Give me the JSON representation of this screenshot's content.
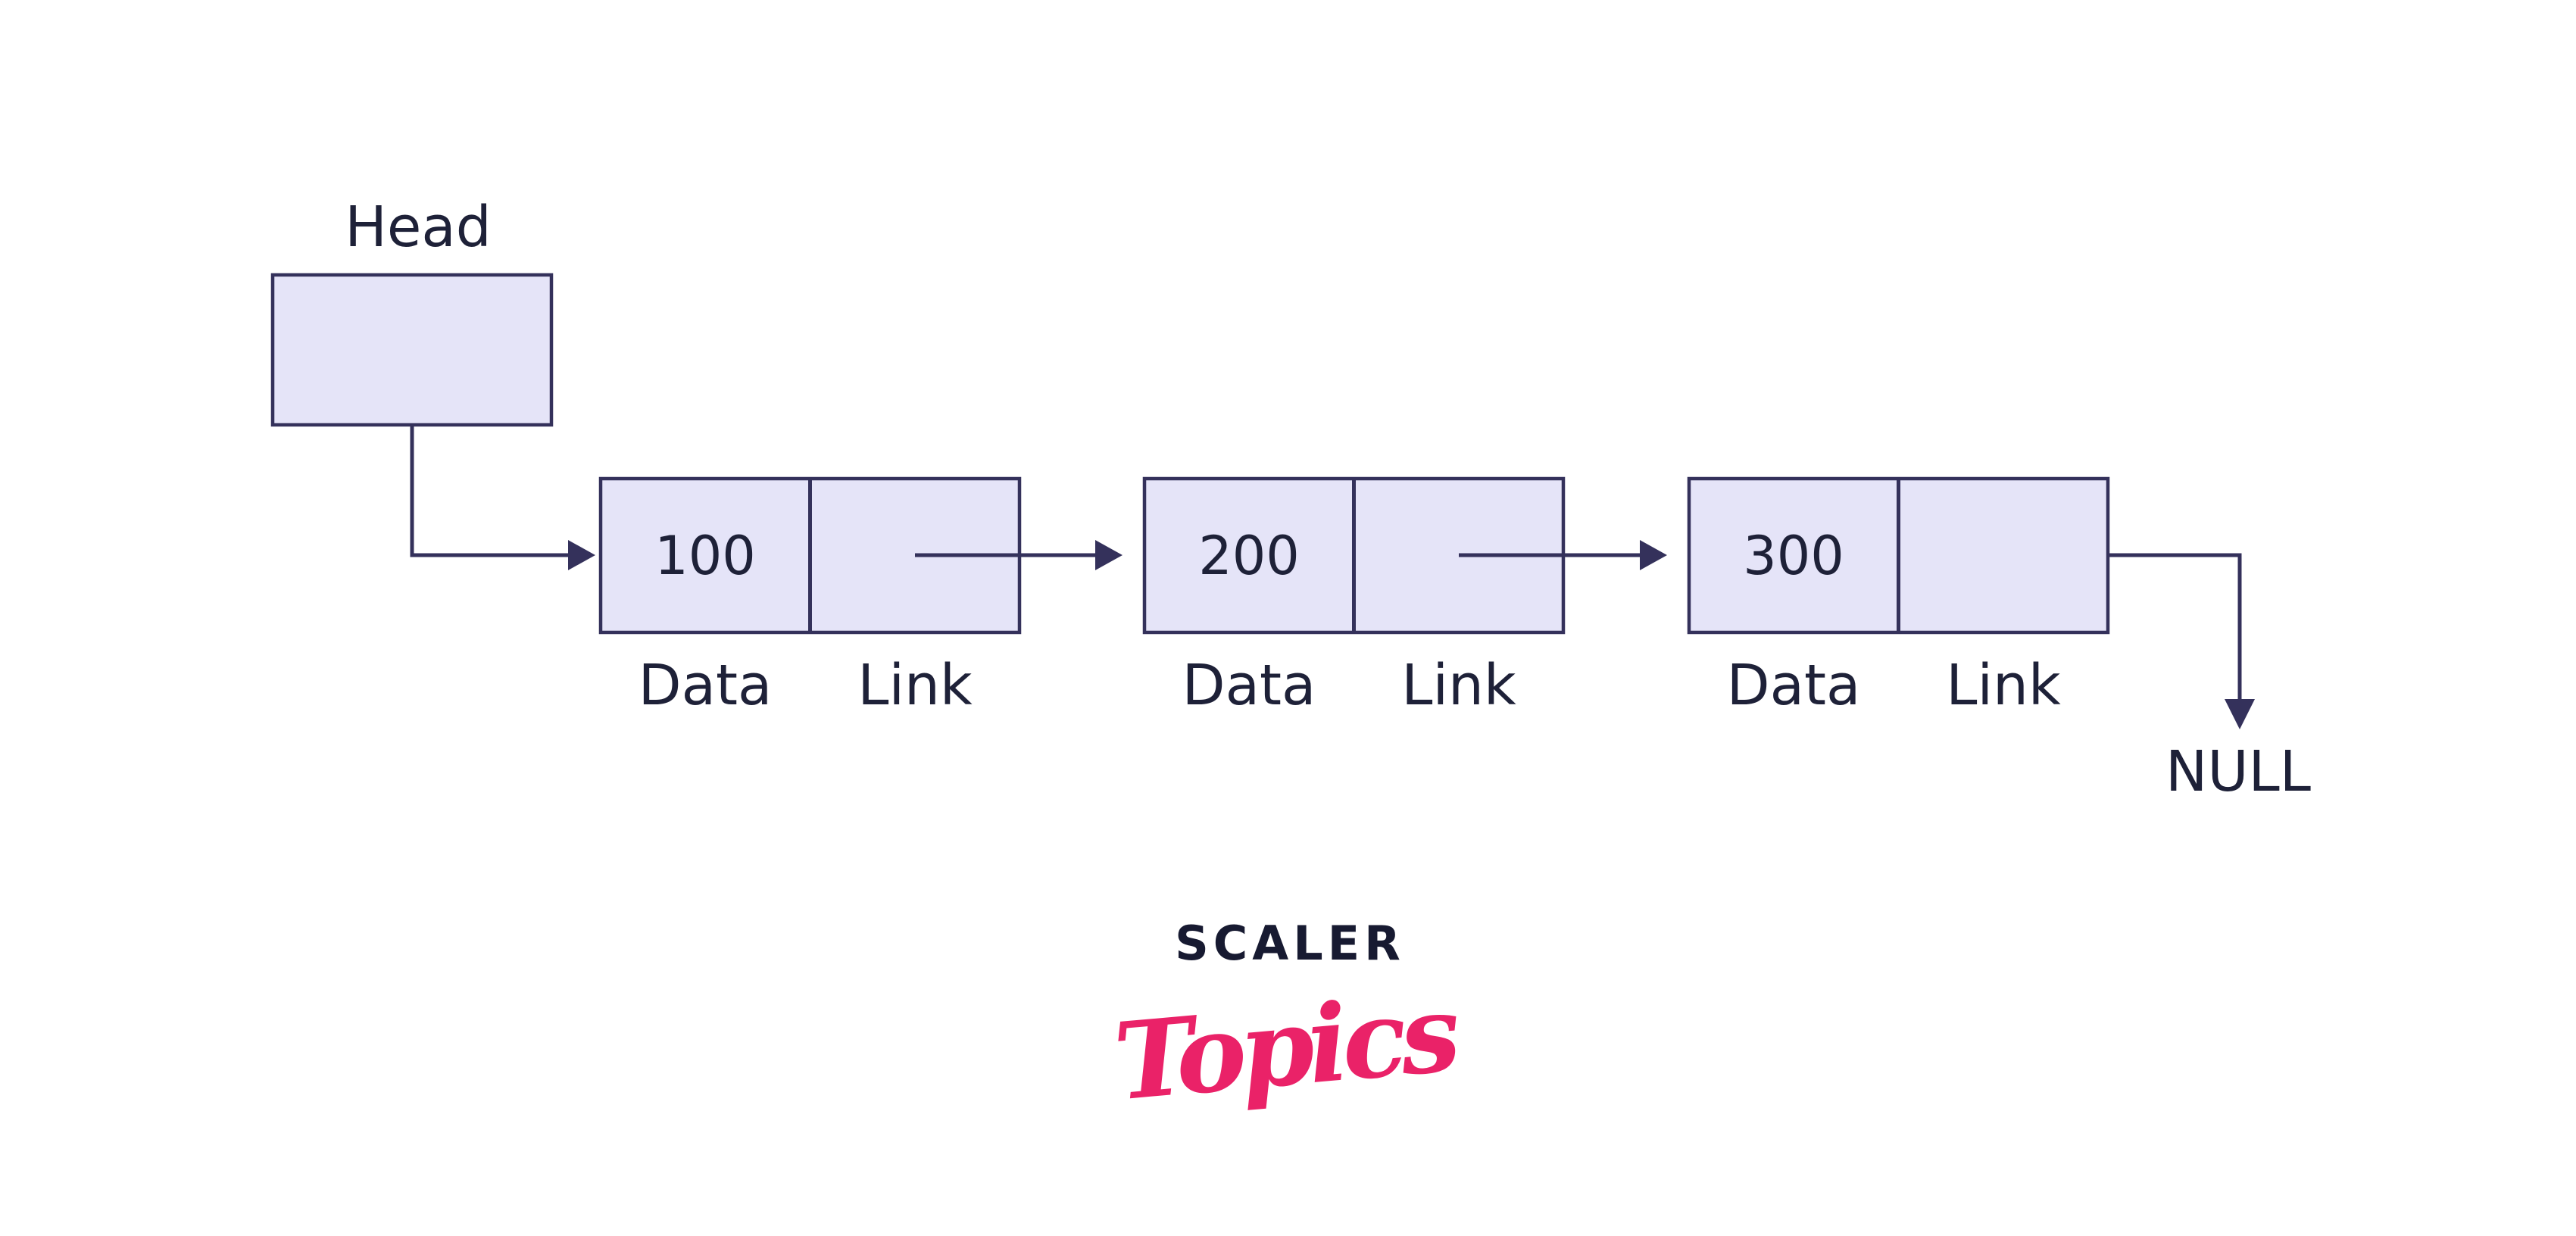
{
  "diagram": {
    "title_semantics": "singly linked list",
    "head_label": "Head",
    "null_label": "NULL",
    "nodes": [
      {
        "value": "100",
        "data_label": "Data",
        "link_label": "Link"
      },
      {
        "value": "200",
        "data_label": "Data",
        "link_label": "Link"
      },
      {
        "value": "300",
        "data_label": "Data",
        "link_label": "Link"
      }
    ],
    "colors": {
      "node_fill": "#E5E4F8",
      "node_border": "#34315B",
      "arrow": "#34315B",
      "text": "#1E2138",
      "background": "#FFFFFF"
    }
  },
  "logo": {
    "brand": "SCALER",
    "sub_brand": "Topics",
    "brand_color": "#171A31",
    "sub_brand_color": "#EA2268"
  }
}
